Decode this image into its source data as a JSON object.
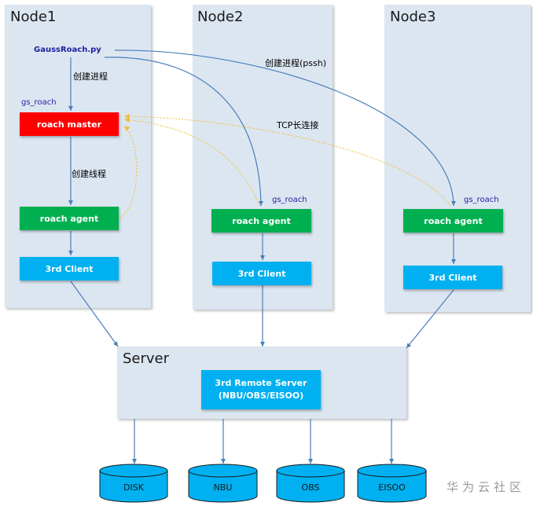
{
  "nodes": [
    {
      "title": "Node1"
    },
    {
      "title": "Node2"
    },
    {
      "title": "Node3"
    }
  ],
  "node1": {
    "script": "GaussRoach.py",
    "create_process": "创建进程",
    "gs_roach": "gs_roach",
    "master": "roach master",
    "create_thread": "创建线程",
    "agent": "roach agent",
    "client": "3rd Client"
  },
  "node2": {
    "gs_roach": "gs_roach",
    "agent": "roach agent",
    "client": "3rd Client"
  },
  "node3": {
    "gs_roach": "gs_roach",
    "agent": "roach agent",
    "client": "3rd Client"
  },
  "edges": {
    "pssh": "创建进程(pssh)",
    "tcp": "TCP长连接"
  },
  "server": {
    "title": "Server",
    "remote_line1": "3rd Remote Server",
    "remote_line2": "(NBU/OBS/EISOO)"
  },
  "storage": [
    "DISK",
    "NBU",
    "OBS",
    "EISOO"
  ],
  "watermark": "华为云社区",
  "colors": {
    "panel": "#dce6f1",
    "master": "#ff0000",
    "agent": "#00b050",
    "client": "#00b0f0",
    "arrow": "#4a7ebb",
    "tcp_arrow": "#f0c040"
  }
}
